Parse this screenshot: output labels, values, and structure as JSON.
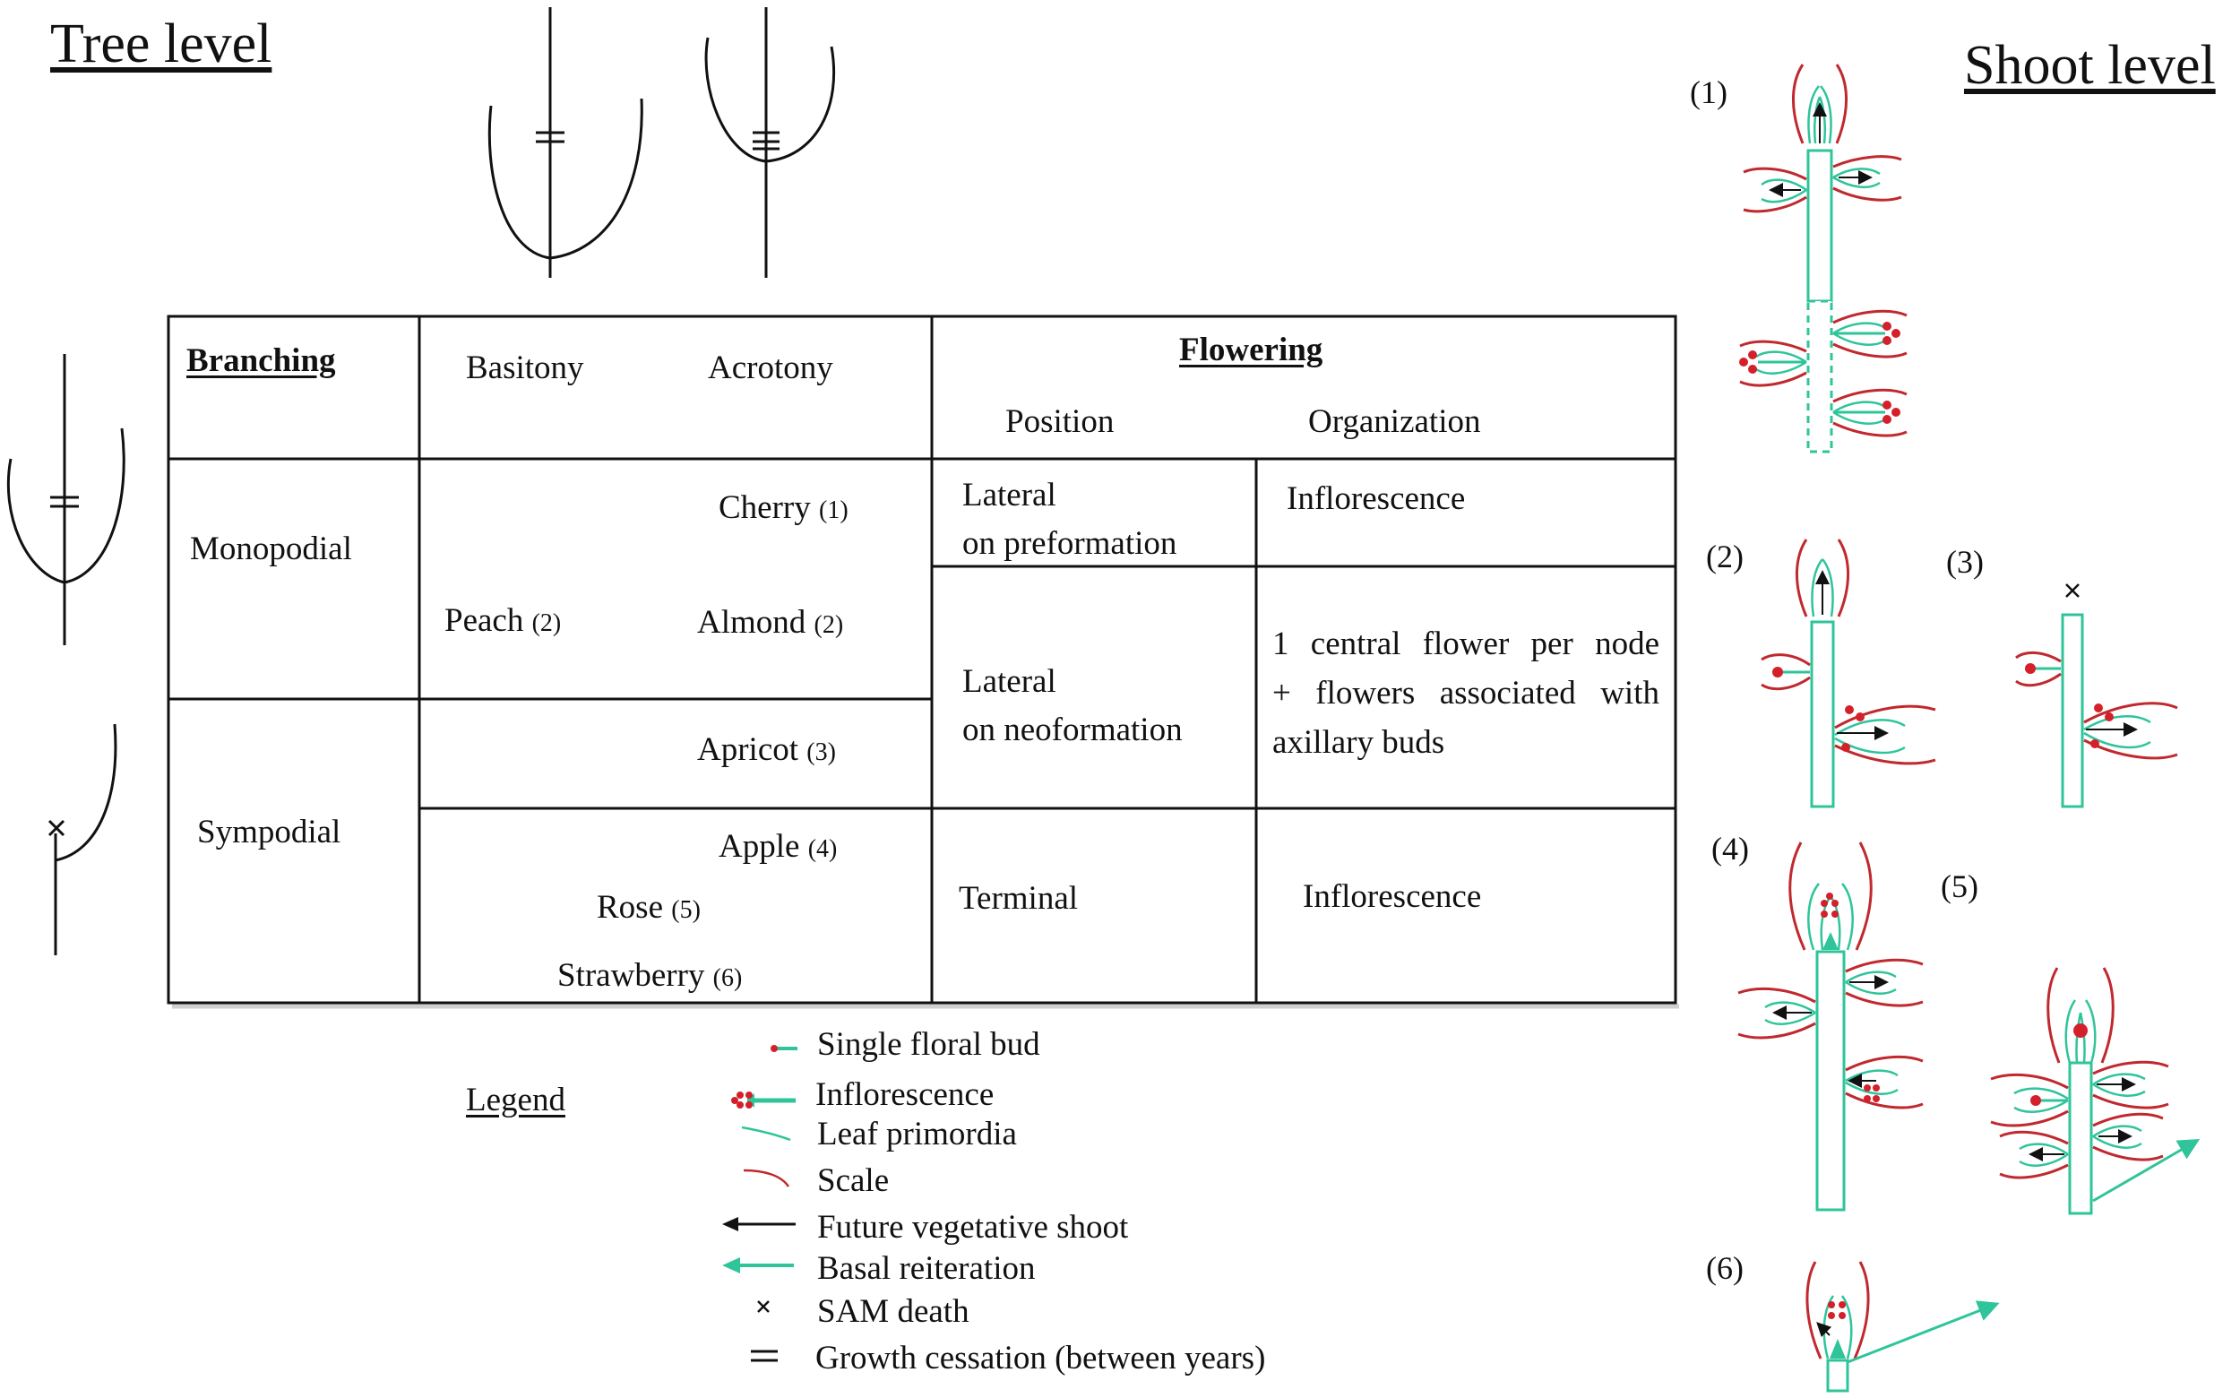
{
  "titles": {
    "tree_level": "Tree level",
    "shoot_level": "Shoot level"
  },
  "table": {
    "headers": {
      "branching": "Branching",
      "basitony": "Basitony",
      "acrotony": "Acrotony",
      "flowering": "Flowering",
      "position": "Position",
      "organization": "Organization"
    },
    "rows": {
      "monopodial": "Monopodial",
      "sympodial": "Sympodial"
    },
    "species": [
      {
        "name": "Cherry",
        "ref": "(1)"
      },
      {
        "name": "Peach",
        "ref": "(2)"
      },
      {
        "name": "Almond",
        "ref": "(2)"
      },
      {
        "name": "Apricot",
        "ref": "(3)"
      },
      {
        "name": "Apple",
        "ref": "(4)"
      },
      {
        "name": "Rose",
        "ref": "(5)"
      },
      {
        "name": "Strawberry",
        "ref": "(6)"
      }
    ],
    "flowering_rows": [
      {
        "position_l1": "Lateral",
        "position_l2": "on preformation",
        "organization": "Inflorescence"
      },
      {
        "position_l1": "Lateral",
        "position_l2": "on neoformation",
        "org_l1": "1 central flower per node",
        "org_l2": "+ flowers associated with",
        "org_l3": "axillary buds"
      },
      {
        "position": "Terminal",
        "organization": "Inflorescence"
      }
    ]
  },
  "legend": {
    "title": "Legend",
    "items": [
      "Single floral bud",
      "Inflorescence",
      "Leaf primordia",
      "Scale",
      "Future vegetative shoot",
      "Basal reiteration",
      "SAM death",
      "Growth cessation (between years)"
    ]
  },
  "shoot_labels": [
    "(1)",
    "(2)",
    "(3)",
    "(4)",
    "(5)",
    "(6)"
  ],
  "colors": {
    "scale": "#c0292e",
    "leaf": "#2fc49a",
    "flower": "#d4202a",
    "line": "#111111"
  }
}
